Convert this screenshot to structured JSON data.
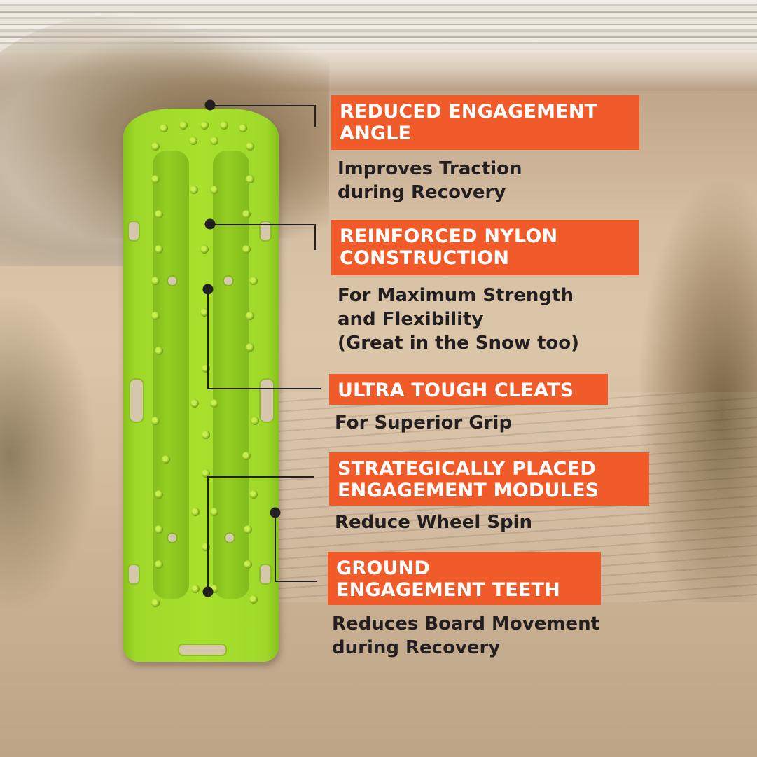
{
  "theme": {
    "label_bg": "#F15A29",
    "label_text": "#FFFFFF",
    "desc_text": "#231F20",
    "callout_line": "#231F20",
    "board_color": "#A8E02C"
  },
  "product": {
    "name": "recovery-board",
    "color": "lime green"
  },
  "features": [
    {
      "title_lines": [
        "REDUCED ENGAGEMENT",
        "ANGLE"
      ],
      "description_lines": [
        "Improves Traction",
        "during Recovery"
      ]
    },
    {
      "title_lines": [
        "REINFORCED NYLON",
        "CONSTRUCTION"
      ],
      "description_lines": [
        "For Maximum Strength",
        "and Flexibility",
        "(Great in the Snow too)"
      ]
    },
    {
      "title_lines": [
        "ULTRA TOUGH CLEATS"
      ],
      "description_lines": [
        "For Superior Grip"
      ]
    },
    {
      "title_lines": [
        "STRATEGICALLY PLACED",
        "ENGAGEMENT MODULES"
      ],
      "description_lines": [
        "Reduce Wheel Spin"
      ]
    },
    {
      "title_lines": [
        "GROUND",
        "ENGAGEMENT TEETH"
      ],
      "description_lines": [
        "Reduces Board Movement",
        "during Recovery"
      ]
    }
  ]
}
